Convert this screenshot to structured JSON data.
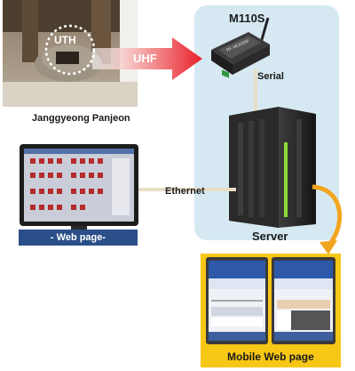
{
  "photo": {
    "circle_label": "UTH",
    "caption": "Janggyeong Panjeon"
  },
  "uhf_label": "UHF",
  "device": {
    "name": "M110S",
    "small_text": "RF MODEM"
  },
  "links": {
    "serial": "Serial",
    "ethernet": "Ethernet"
  },
  "server": {
    "label": "Server"
  },
  "webpage": {
    "label": "- Web page-"
  },
  "mobile": {
    "label": "Mobile Web page"
  },
  "colors": {
    "panel": "#d6e9f2",
    "arrow_red": "#e8202a",
    "mobile_bg": "#f7c715",
    "accent_orange": "#f2a51e",
    "webpage_bar": "#2a4f88"
  }
}
